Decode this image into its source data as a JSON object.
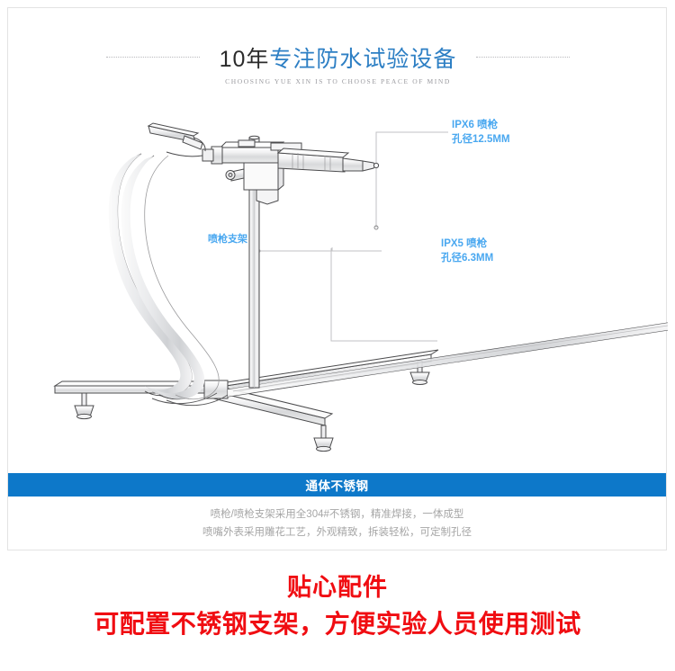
{
  "header": {
    "title_number": "10年",
    "title_highlight": "专注防水试验设备",
    "subtitle": "CHOOSING YUE XIN IS TO CHOOSE PEACE OF MIND",
    "rule_style": "dotted"
  },
  "illustration": {
    "alt": "不锈钢喷枪支架线稿图",
    "callouts": [
      {
        "id": "ipx6",
        "line1": "IPX6 喷枪",
        "line2": "孔径12.5MM"
      },
      {
        "id": "ipx5",
        "line1": "IPX5 喷枪",
        "line2": "孔径6.3MM"
      },
      {
        "id": "bracket",
        "line1": "喷枪支架",
        "line2": ""
      }
    ]
  },
  "feature_bar": {
    "label": "通体不锈钢"
  },
  "description": {
    "line1": "喷枪/喷枪支架采用全304#不锈钢，精准焊接，一体成型",
    "line2": "喷嘴外表采用雕花工艺，外观精致，拆装轻松，可定制孔径"
  },
  "promo": {
    "title": "贴心配件",
    "subtitle": "可配置不锈钢支架，方便实验人员使用测试"
  },
  "colors": {
    "title_blue": "#2d7fc4",
    "title_dark": "#2b2b2b",
    "bar_blue": "#0d78c9",
    "callout_blue": "#4aa8f0",
    "promo_red": "#f00d12",
    "desc_gray": "#a6a6a6",
    "panel_border": "#e3e3e3",
    "line_art": "#3c3c3c"
  }
}
